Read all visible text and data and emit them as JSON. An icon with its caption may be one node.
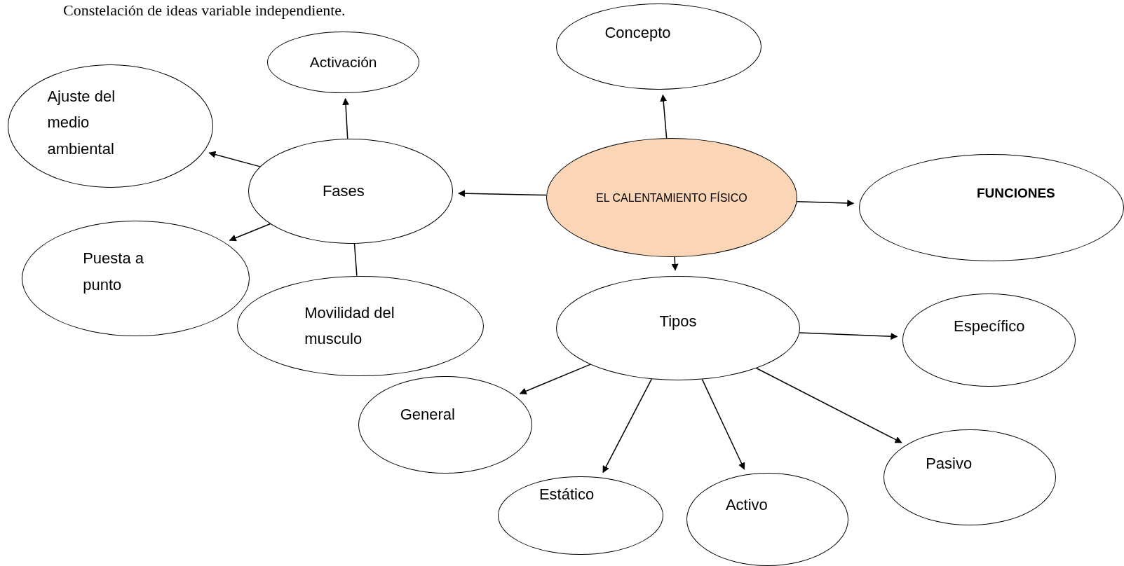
{
  "diagram": {
    "title": "Constelación de ideas variable independiente.",
    "nodes": [
      {
        "text": [
          "Concepto"
        ]
      },
      {
        "text": [
          "Activación"
        ]
      },
      {
        "text": [
          "Ajuste del medio ambiental"
        ]
      },
      {
        "text": [
          "Fases"
        ]
      },
      {
        "text": [
          "EL CALENTAMIENTO FÍSICO"
        ]
      },
      {
        "text": [
          "FUNCIONES"
        ]
      },
      {
        "text": [
          "Puesta a punto"
        ]
      },
      {
        "text": [
          "Movilidad del musculo"
        ]
      },
      {
        "text": [
          "Tipos"
        ]
      },
      {
        "text": [
          "Específico"
        ]
      },
      {
        "text": [
          "General"
        ]
      },
      {
        "text": [
          "Estático"
        ]
      },
      {
        "text": [
          "Activo"
        ]
      },
      {
        "text": [
          "Pasivo"
        ]
      }
    ],
    "edges": [
      {
        "from": 4,
        "to": 0,
        "arrow": "to"
      },
      {
        "from": 3,
        "to": 1,
        "arrow": "to"
      },
      {
        "from": 3,
        "to": 2,
        "arrow": "to"
      },
      {
        "from": 4,
        "to": 3,
        "arrow": "to"
      },
      {
        "from": 4,
        "to": 5,
        "arrow": "to"
      },
      {
        "from": 3,
        "to": 6,
        "arrow": "to"
      },
      {
        "from": 3,
        "to": 7,
        "arrow": "none"
      },
      {
        "from": 4,
        "to": 8,
        "arrow": "to"
      },
      {
        "from": 8,
        "to": 9,
        "arrow": "to"
      },
      {
        "from": 8,
        "to": 10,
        "arrow": "to"
      },
      {
        "from": 8,
        "to": 11,
        "arrow": "to"
      },
      {
        "from": 8,
        "to": 12,
        "arrow": "to"
      },
      {
        "from": 8,
        "to": 13,
        "arrow": "to"
      }
    ]
  }
}
